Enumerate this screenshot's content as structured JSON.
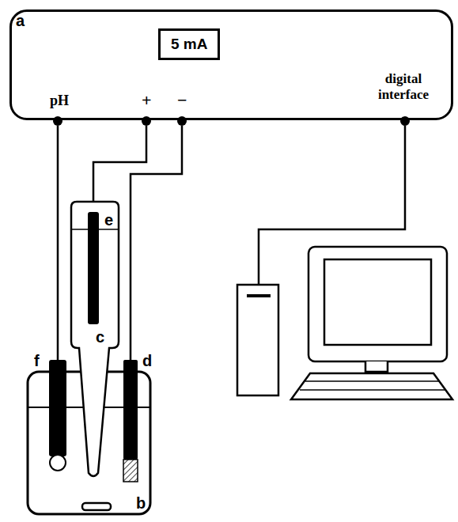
{
  "diagram": {
    "nodes": [
      {
        "text": [
          "a"
        ]
      },
      {
        "text": [
          "5 mA"
        ],
        "in": 0
      }
    ],
    "labels": [
      "pH",
      "+",
      "−",
      "digital interface",
      "e",
      "c",
      "f",
      "d",
      "b"
    ]
  }
}
